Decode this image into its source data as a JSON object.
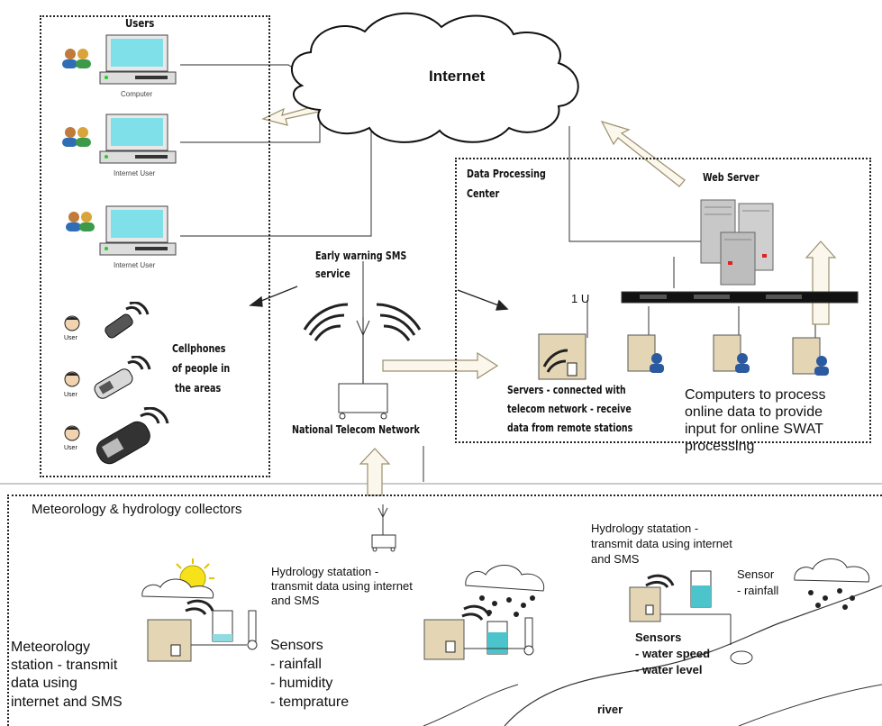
{
  "users_panel": {
    "title": "Users",
    "pc_labels": [
      "Computer",
      "Internet User",
      "Internet User"
    ],
    "user_label": "User",
    "cellphones_label": [
      "Cellphones",
      "of people in",
      "the areas"
    ]
  },
  "internet": {
    "label": "Internet"
  },
  "sms": {
    "label": [
      "Early warning SMS",
      "service"
    ]
  },
  "telecom": {
    "label": "National Telecom Network"
  },
  "data_center": {
    "title": [
      "Data Processing",
      "Center"
    ],
    "web_server_label": "Web Server",
    "switch_label": "1 U",
    "servers_label": [
      "Servers - connected with",
      "telecom network - receive",
      "data from  remote stations"
    ],
    "computers_label": [
      "Computers to process",
      "online data to provide",
      "input for online SWAT",
      "processing"
    ]
  },
  "collectors": {
    "title": "Meteorology & hydrology collectors",
    "met_station_label": [
      "Meteorology",
      "station - transmit",
      "data using",
      "internet and SMS"
    ],
    "sensors_met_label": [
      "Sensors",
      "- rainfall",
      "- humidity",
      "- temprature"
    ],
    "hydro_station_1_label": [
      "Hydrology statation -",
      "transmit data using internet",
      "and SMS"
    ],
    "hydro_station_2_label": [
      "Hydrology statation -",
      "transmit data using internet",
      "and SMS"
    ],
    "sensor_rainfall_label": [
      "Sensor",
      "- rainfall"
    ],
    "sensors_water_label": [
      "Sensors",
      "- water speed",
      "- water level"
    ],
    "river_label": "river"
  }
}
